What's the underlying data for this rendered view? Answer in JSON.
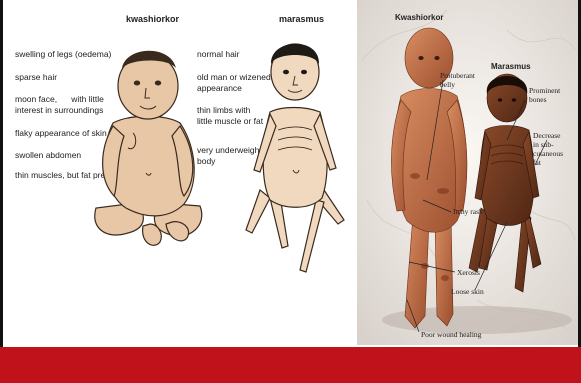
{
  "left_panel": {
    "kwashiorkor": {
      "title": "kwashiorkor",
      "features": [
        "swelling of legs (oedema)",
        "sparse hair",
        "moon face,      with little",
        "interest in surroundings",
        "flaky appearance of skin",
        "swollen abdomen",
        "thin muscles, but fat present"
      ]
    },
    "marasmus": {
      "title": "marasmus",
      "features": [
        "normal hair",
        "old man or wizened",
        "appearance",
        "thin limbs with",
        "little muscle or fat",
        "very underweight",
        "body"
      ]
    }
  },
  "right_panel": {
    "title_kwashiorkor": "Kwashiorkor",
    "title_marasmus": "Marasmus",
    "labels": {
      "protuberant": "Protuberant",
      "belly": "belly",
      "prominent": "Prominent",
      "bones": "bones",
      "decrease": "Decrease",
      "in_sub": "in sub-",
      "cutaneous": "cutaneous",
      "fat": "fat",
      "itchy_rash": "Itchy rash",
      "xerosis": "Xerosis",
      "loose_skin": "Loose skin",
      "poor_wound": "Poor wound healing"
    }
  },
  "colors": {
    "banner": "#c0121a",
    "skin_drawn": "#e8c7a6",
    "skin_photo": "#b56a45",
    "skin_dark": "#6e3b22"
  }
}
